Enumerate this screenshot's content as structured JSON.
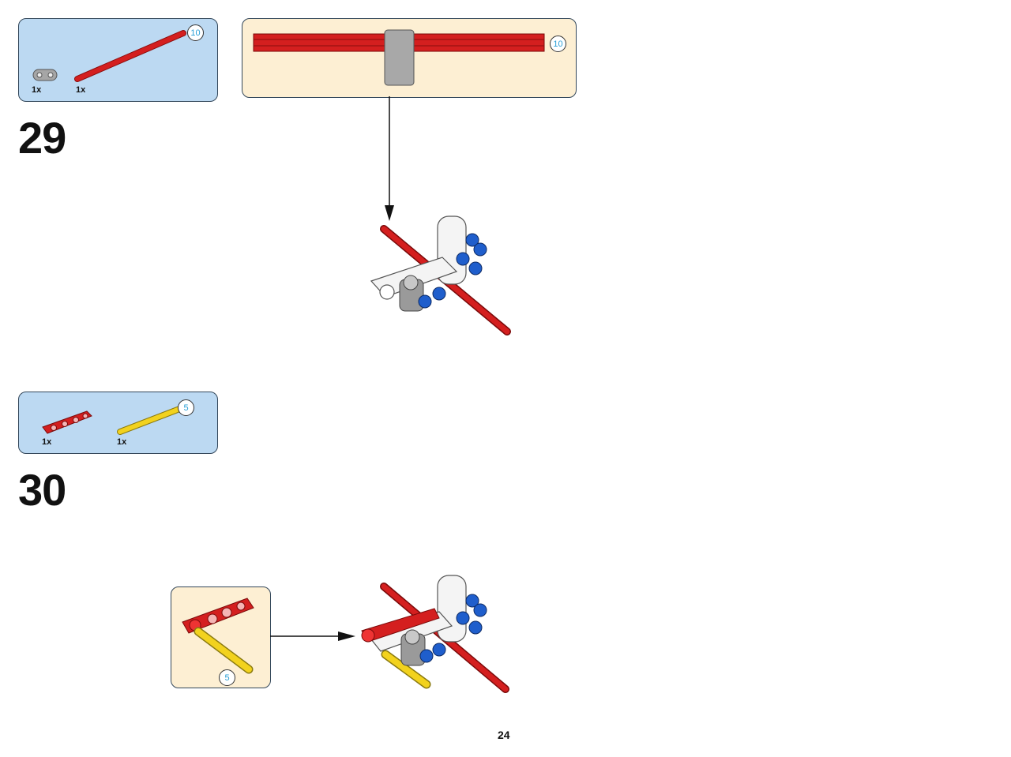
{
  "steps": [
    {
      "number": "29",
      "parts": [
        {
          "name": "gray-connector-icon",
          "qty": "1x"
        },
        {
          "name": "red-axle-icon",
          "qty": "1x",
          "length": "10"
        }
      ],
      "subassembly_badge": "10"
    },
    {
      "number": "30",
      "parts": [
        {
          "name": "red-beam-icon",
          "qty": "1x"
        },
        {
          "name": "yellow-axle-icon",
          "qty": "1x",
          "length": "5"
        }
      ],
      "subassembly_badge": "5"
    }
  ],
  "page_number": "24",
  "colors": {
    "parts_box": "#bcd9f2",
    "subassembly_box": "#fdefd3",
    "red": "#d41f1f",
    "yellow": "#f2d21e",
    "blue": "#1f5ecc",
    "gray": "#9a9a9a"
  }
}
